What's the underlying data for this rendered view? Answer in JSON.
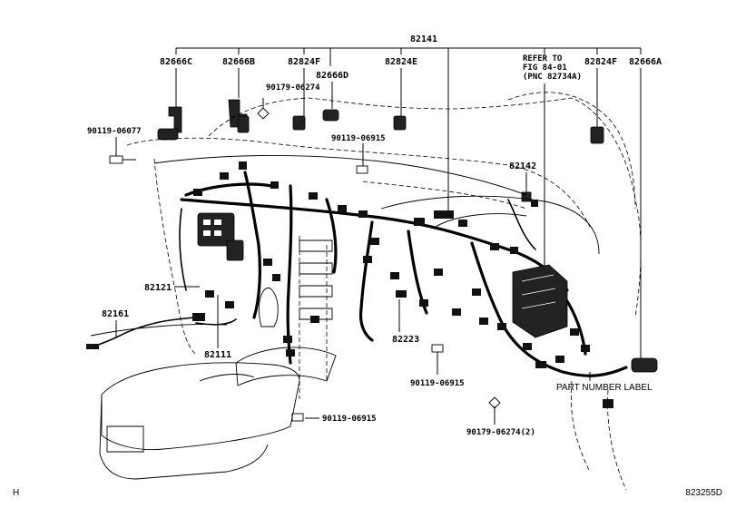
{
  "labels": {
    "l82141": "82141",
    "l82666c": "82666C",
    "l82666b": "82666B",
    "l82824f_a": "82824F",
    "l82666d": "82666D",
    "l82824e": "82824E",
    "refer1": "REFER TO",
    "refer2": "FIG 84-01",
    "refer3": "(PNC 82734A)",
    "l82824f_b": "82824F",
    "l82666a": "82666A",
    "l90179_a": "90179-06274",
    "l90119_06077": "90119-06077",
    "l90119_top": "90119-06915",
    "l82142": "82142",
    "l82121": "82121",
    "l82161": "82161",
    "l82111": "82111",
    "l82223": "82223",
    "l90119_mid": "90119-06915",
    "l90119_bot": "90119-06915",
    "l90179_b": "90179-06274(2)",
    "part_number_label": "PART NUMBER LABEL",
    "corner_h": "H",
    "diagram_code": "823255D"
  }
}
